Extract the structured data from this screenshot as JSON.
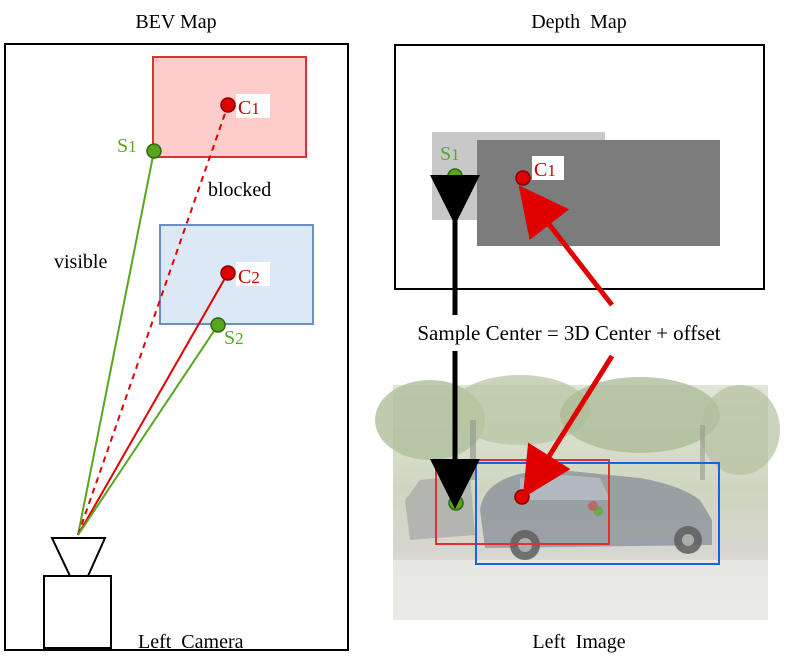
{
  "bev": {
    "title": "BEV Map",
    "bottom_label": "Left  Camera",
    "visible_label": "visible",
    "blocked_label": "blocked",
    "points": {
      "c1": {
        "letter": "C",
        "sub": "1"
      },
      "c2": {
        "letter": "C",
        "sub": "2"
      },
      "s1": {
        "letter": "S",
        "sub": "1"
      },
      "s2": {
        "letter": "S",
        "sub": "2"
      }
    }
  },
  "depth": {
    "title": "Depth  Map",
    "points": {
      "s1": {
        "letter": "S",
        "sub": "1"
      },
      "c1": {
        "letter": "C",
        "sub": "1"
      }
    }
  },
  "image": {
    "bottom_label": "Left  Image"
  },
  "formula": "Sample Center = 3D Center + offset",
  "colors": {
    "red": "#e00000",
    "green": "#5aa51e",
    "blue_box_fill": "#dce8f6",
    "blue_box_stroke": "#6b8ec2",
    "red_box_fill": "#ffcccc",
    "dark_label_red": "#c80000",
    "depth_light": "#c8c8c8",
    "depth_dark": "#7c7c7c",
    "image_blue": "#1a63e0"
  }
}
